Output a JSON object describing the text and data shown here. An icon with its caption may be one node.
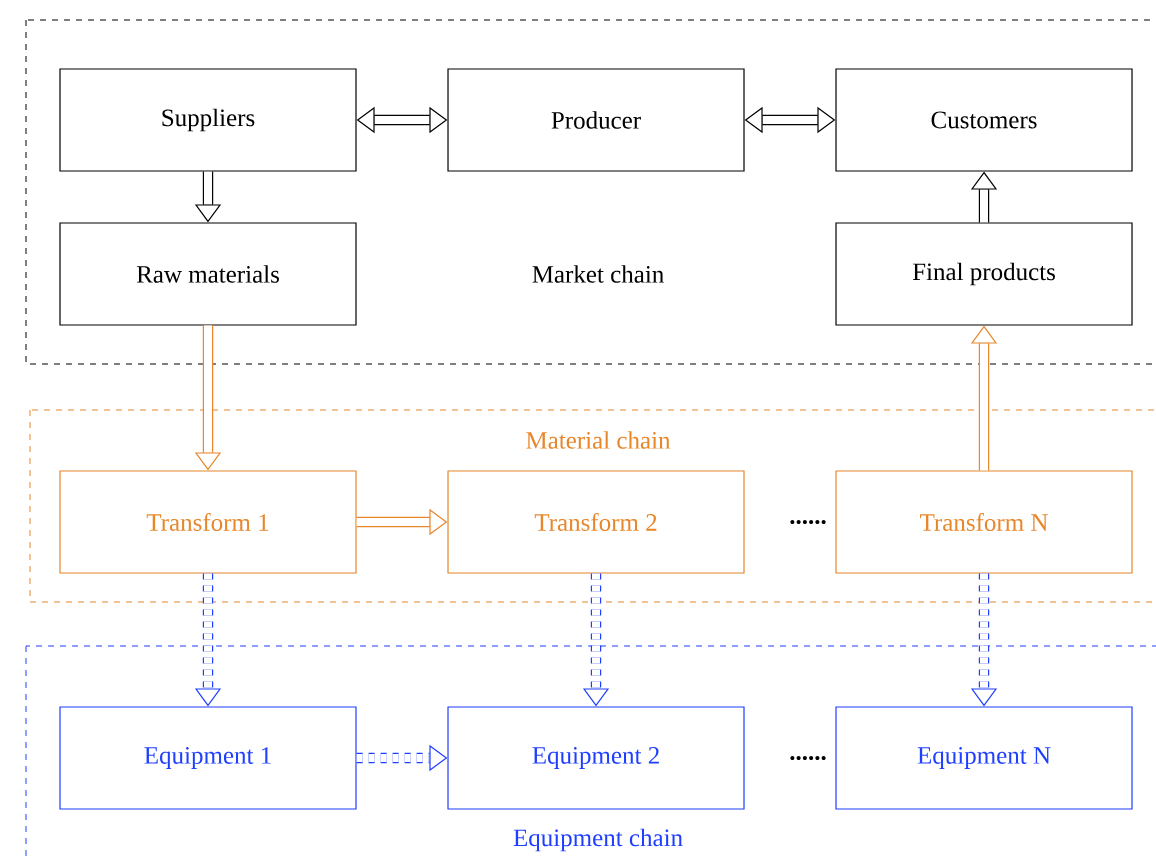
{
  "diagram": {
    "nodes": [
      {
        "text": [
          "Market chain"
        ]
      },
      {
        "text": [
          "Suppliers"
        ],
        "in": 0
      },
      {
        "text": [
          "Producer"
        ],
        "in": 0
      },
      {
        "text": [
          "Customers"
        ],
        "in": 0
      },
      {
        "text": [
          "Raw materials"
        ],
        "in": 0
      },
      {
        "text": [
          "Final products"
        ],
        "in": 0
      },
      {
        "text": [
          "Material chain"
        ]
      },
      {
        "text": [
          "Transform 1"
        ],
        "in": 6
      },
      {
        "text": [
          "Transform 2"
        ],
        "in": 6
      },
      {
        "text": [
          "Transform N"
        ],
        "in": 6
      },
      {
        "text": [
          "Equipment chain"
        ]
      },
      {
        "text": [
          "Equipment 1"
        ],
        "in": 10
      },
      {
        "text": [
          "Equipment 2"
        ],
        "in": 10
      },
      {
        "text": [
          "Equipment N"
        ],
        "in": 10
      }
    ],
    "edges": [
      {
        "from": 1,
        "to": 2,
        "arrow": "both"
      },
      {
        "from": 2,
        "to": 3,
        "arrow": "both"
      },
      {
        "from": 1,
        "to": 4,
        "arrow": "to"
      },
      {
        "from": 5,
        "to": 3,
        "arrow": "to"
      },
      {
        "from": 4,
        "to": 7,
        "arrow": "to",
        "color": "#e8862a"
      },
      {
        "from": 9,
        "to": 5,
        "arrow": "to",
        "color": "#e8862a"
      },
      {
        "from": 7,
        "to": 8,
        "arrow": "to",
        "color": "#e8862a"
      },
      {
        "from": 7,
        "to": 11,
        "arrow": "to",
        "style": "dashed",
        "color": "#1f3fff"
      },
      {
        "from": 8,
        "to": 12,
        "arrow": "to",
        "style": "dashed",
        "color": "#1f3fff"
      },
      {
        "from": 9,
        "to": 13,
        "arrow": "to",
        "style": "dashed",
        "color": "#1f3fff"
      },
      {
        "from": 11,
        "to": 12,
        "arrow": "to",
        "style": "dashed",
        "color": "#1f3fff"
      }
    ],
    "labels": [
      "......",
      "......"
    ]
  }
}
